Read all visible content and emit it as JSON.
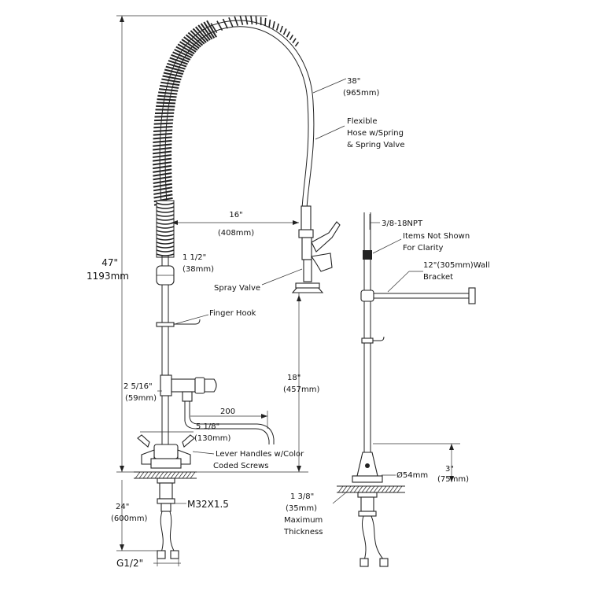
{
  "labels": {
    "hose_length": "38\"",
    "hose_length_mm": "(965mm)",
    "flexible_hose": [
      "Flexible",
      "Hose w/Spring",
      "& Spring Valve"
    ],
    "reach": "16\"",
    "reach_mm": "(408mm)",
    "spring_od": "1 1/2\"",
    "spring_od_mm": "(38mm)",
    "spray_valve": "Spray Valve",
    "finger_hook": "Finger Hook",
    "total_height": "47\"",
    "total_height_mm": "1193mm",
    "add_on_height": "2 5/16\"",
    "add_on_height_mm": "(59mm)",
    "spout_length": "200",
    "spout_frac": "5 1/8\"",
    "spout_mm": "(130mm)",
    "lever_handles": [
      "Lever Handles w/Color",
      "Coded Screws"
    ],
    "valve_height": "18\"",
    "valve_height_mm": "(457mm)",
    "npt": "3/8-18NPT",
    "items_not_shown": [
      "Items Not Shown",
      "For Clarity"
    ],
    "wall_bracket": "12\"(305mm)Wall",
    "bracket": "Bracket",
    "base_height": "3\"",
    "base_height_mm": "(75mm)",
    "base_dia": "Ø54mm",
    "thickness": "1 3/8\"",
    "thickness_mm": "(35mm)",
    "maximum": "Maximum",
    "thickness_word": "Thickness",
    "under_length": "24\"",
    "under_length_mm": "(600mm)",
    "thread": "M32X1.5",
    "inlet": "G1/2\""
  }
}
